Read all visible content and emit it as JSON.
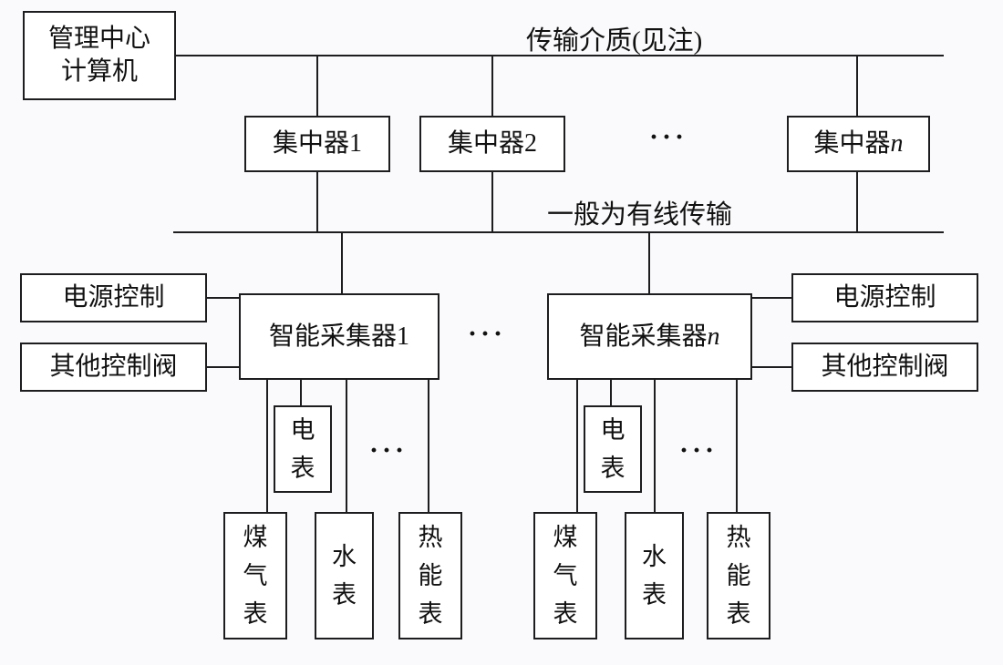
{
  "colors": {
    "background": "#fafafc",
    "line": "#1d1d1f",
    "box_fill": "#ffffff",
    "text": "#111111"
  },
  "labels": {
    "top_bus": "传输介质(见注)",
    "wired_bus": "一般为有线传输",
    "ellipsis": "···"
  },
  "nodes": {
    "management_center": "管理中心\n计算机",
    "concentrator_1": "集中器1",
    "concentrator_2": "集中器2",
    "concentrator_n": {
      "prefix": "集中器",
      "var": "n"
    },
    "collector_1": "智能采集器1",
    "collector_n": {
      "prefix": "智能采集器",
      "var": "n"
    },
    "power_control": "电源控制",
    "other_control_valve": "其他控制阀",
    "electric_meter": "电表",
    "gas_meter": "煤气表",
    "water_meter": "水表",
    "heat_meter": "热能表"
  }
}
